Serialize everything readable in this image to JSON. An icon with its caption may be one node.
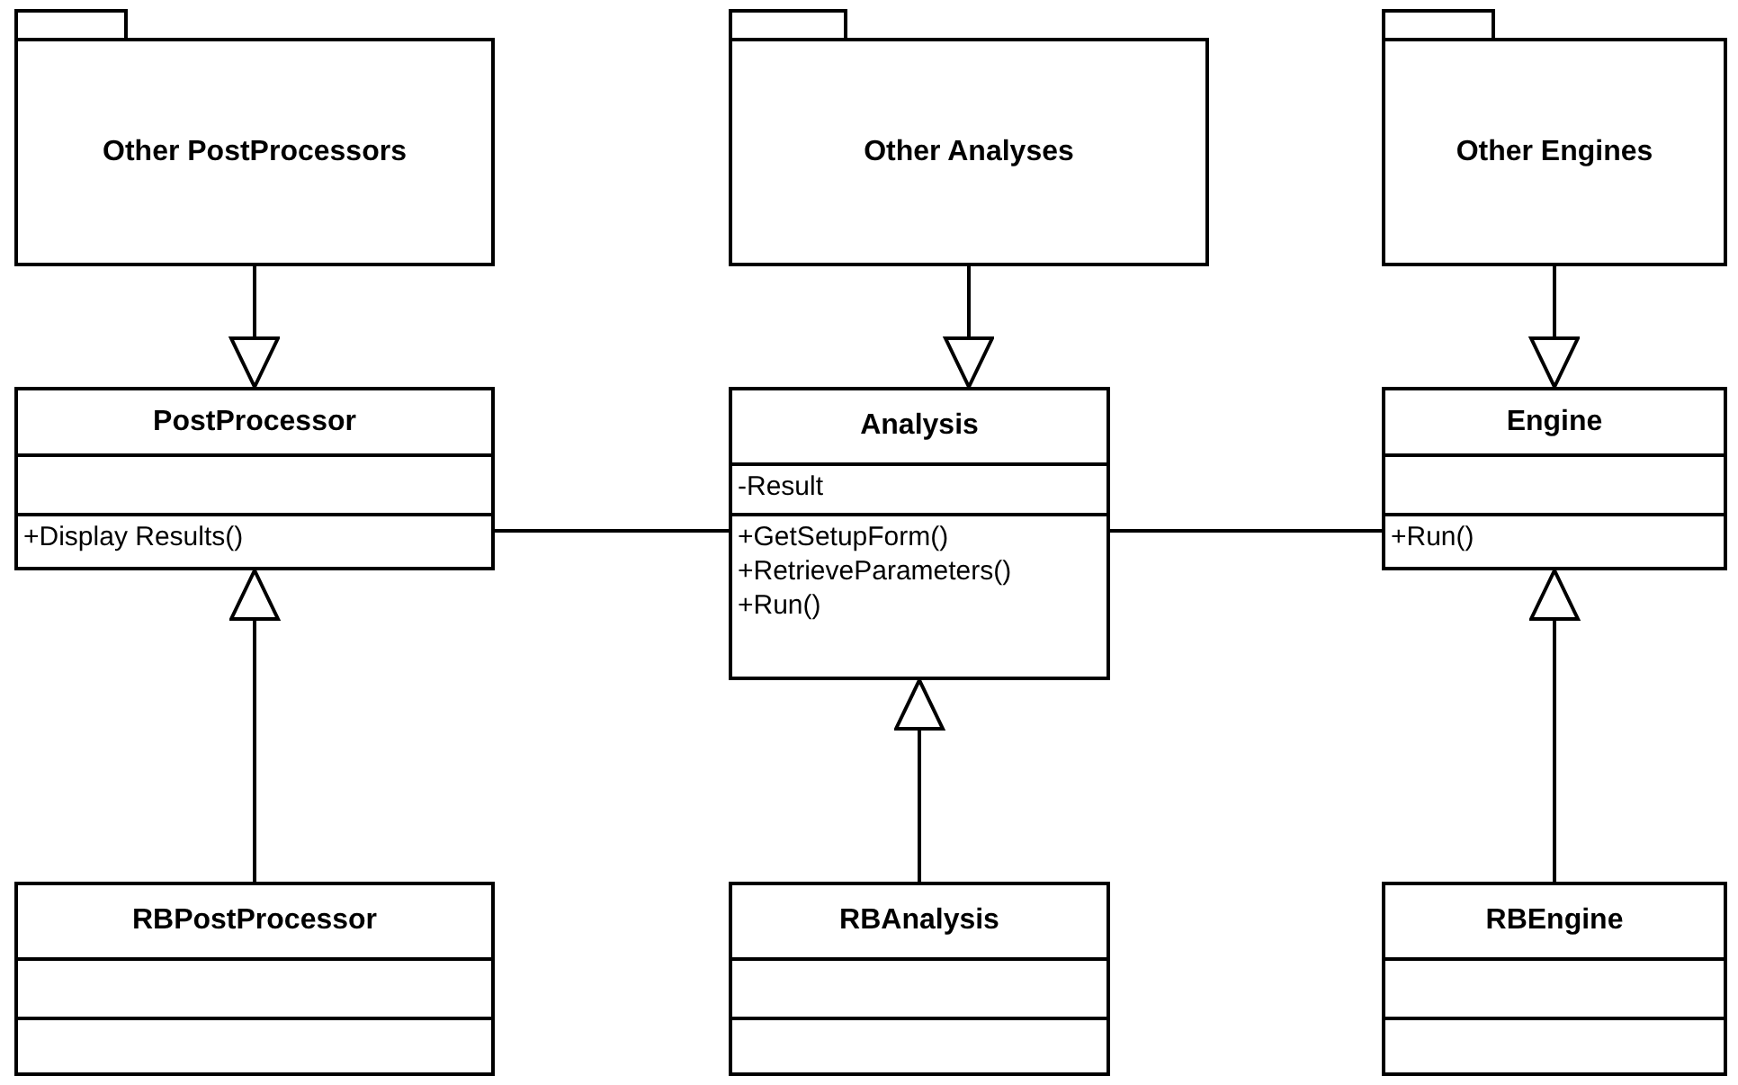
{
  "diagram": {
    "nodes": [
      {
        "text": [
          "Other PostProcessors"
        ]
      },
      {
        "text": [
          "Other Analyses"
        ]
      },
      {
        "text": [
          "Other Engines"
        ]
      },
      {
        "text": [
          "PostProcessor",
          "+Display Results()"
        ]
      },
      {
        "text": [
          "Analysis",
          "-Result",
          "+GetSetupForm()",
          "+RetrieveParameters()",
          "+Run()"
        ]
      },
      {
        "text": [
          "Engine",
          "+Run()"
        ]
      },
      {
        "text": [
          "RBPostProcessor"
        ]
      },
      {
        "text": [
          "RBAnalysis"
        ]
      },
      {
        "text": [
          "RBEngine"
        ]
      }
    ],
    "edges": [
      {
        "from": 0,
        "to": 3,
        "arrow": "to"
      },
      {
        "from": 1,
        "to": 4,
        "arrow": "to"
      },
      {
        "from": 2,
        "to": 5,
        "arrow": "to"
      },
      {
        "from": 6,
        "to": 3,
        "arrow": "to"
      },
      {
        "from": 7,
        "to": 4,
        "arrow": "to"
      },
      {
        "from": 8,
        "to": 5,
        "arrow": "to"
      },
      {
        "from": 3,
        "to": 4,
        "arrow": "none"
      },
      {
        "from": 4,
        "to": 5,
        "arrow": "none"
      }
    ]
  }
}
